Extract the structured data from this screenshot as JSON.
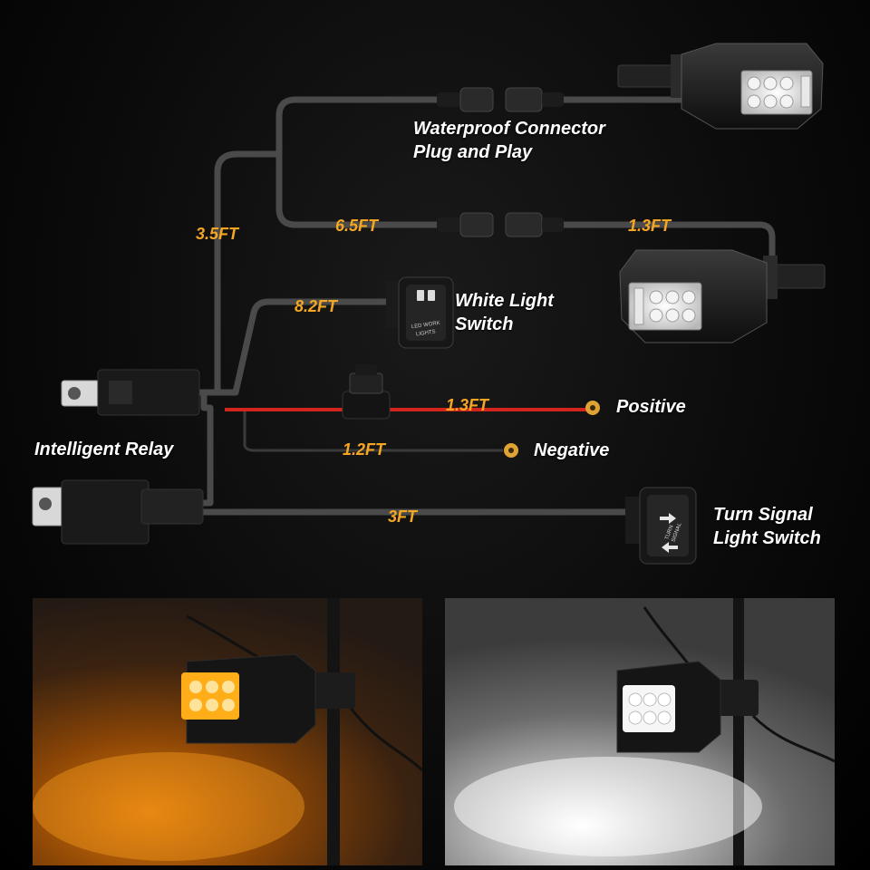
{
  "labels": {
    "connector_line1": "Waterproof Connector",
    "connector_line2": "Plug and Play",
    "white_switch_line1": "White Light",
    "white_switch_line2": "Switch",
    "positive": "Positive",
    "negative": "Negative",
    "relay": "Intelligent Relay",
    "turn_line1": "Turn Signal",
    "turn_line2": "Light Switch"
  },
  "lengths": {
    "main_trunk": "3.5FT",
    "lower_light_cable": "6.5FT",
    "lower_light_lead": "1.3FT",
    "white_switch_cable": "8.2FT",
    "positive_cable": "1.3FT",
    "negative_cable": "1.2FT",
    "turn_switch_cable": "3FT"
  },
  "switch_printing": {
    "white": [
      "LED WORK",
      "LIGHTS"
    ],
    "turn": [
      "TURN",
      "SIGNAL"
    ]
  },
  "colors": {
    "length_text": "#f5a623",
    "positive_wire": "#d2261d",
    "terminal": "#e0a233",
    "amber_light": "#ffae1a"
  }
}
